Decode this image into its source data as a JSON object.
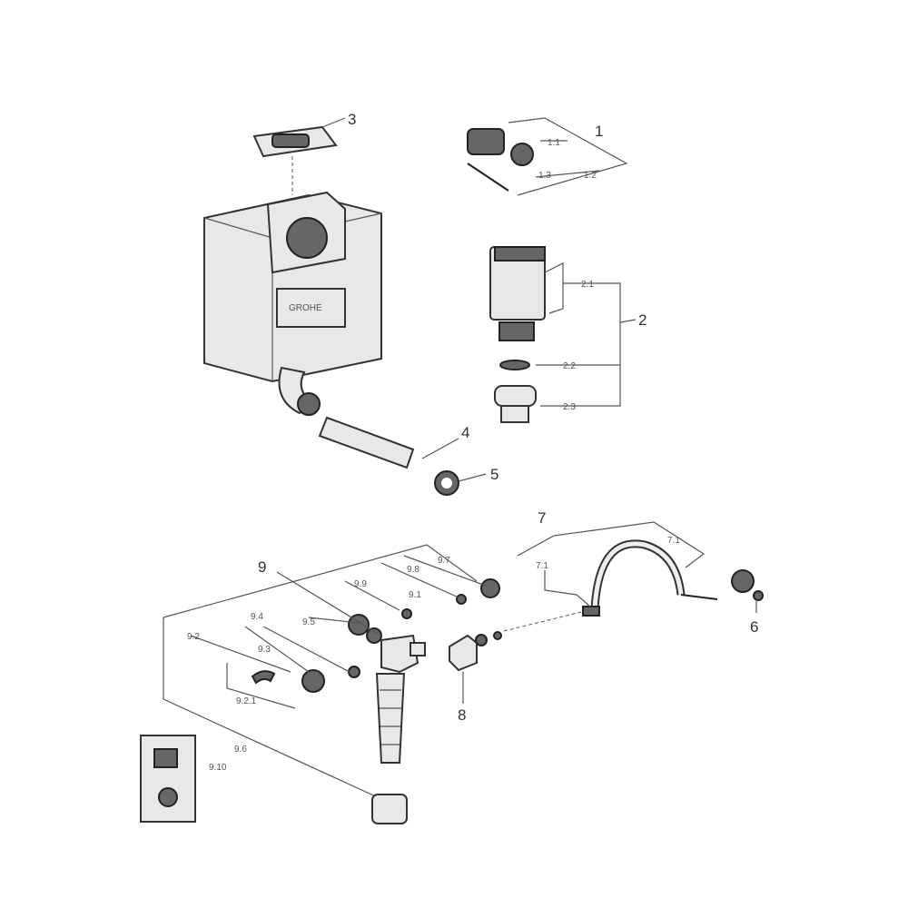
{
  "labels": {
    "p1": "1",
    "p1_1": "1.1",
    "p1_3": "1.3",
    "p1_2": "1.2",
    "p2": "2",
    "p2_1": "2.1",
    "p2_2": "2.2",
    "p2_3": "2.3",
    "p3": "3",
    "p4": "4",
    "p5": "5",
    "p6": "6",
    "p7": "7",
    "p7_1a": "7.1",
    "p7_1b": "7.1",
    "p8": "8",
    "p9": "9",
    "p9_1": "9.1",
    "p9_2": "9.2",
    "p9_2_1": "9.2.1",
    "p9_3": "9.3",
    "p9_4": "9.4",
    "p9_5": "9.5",
    "p9_6": "9.6",
    "p9_7": "9.7",
    "p9_8": "9.8",
    "p9_9": "9.9",
    "p9_10": "9.10"
  },
  "logo_text": "GROHE"
}
